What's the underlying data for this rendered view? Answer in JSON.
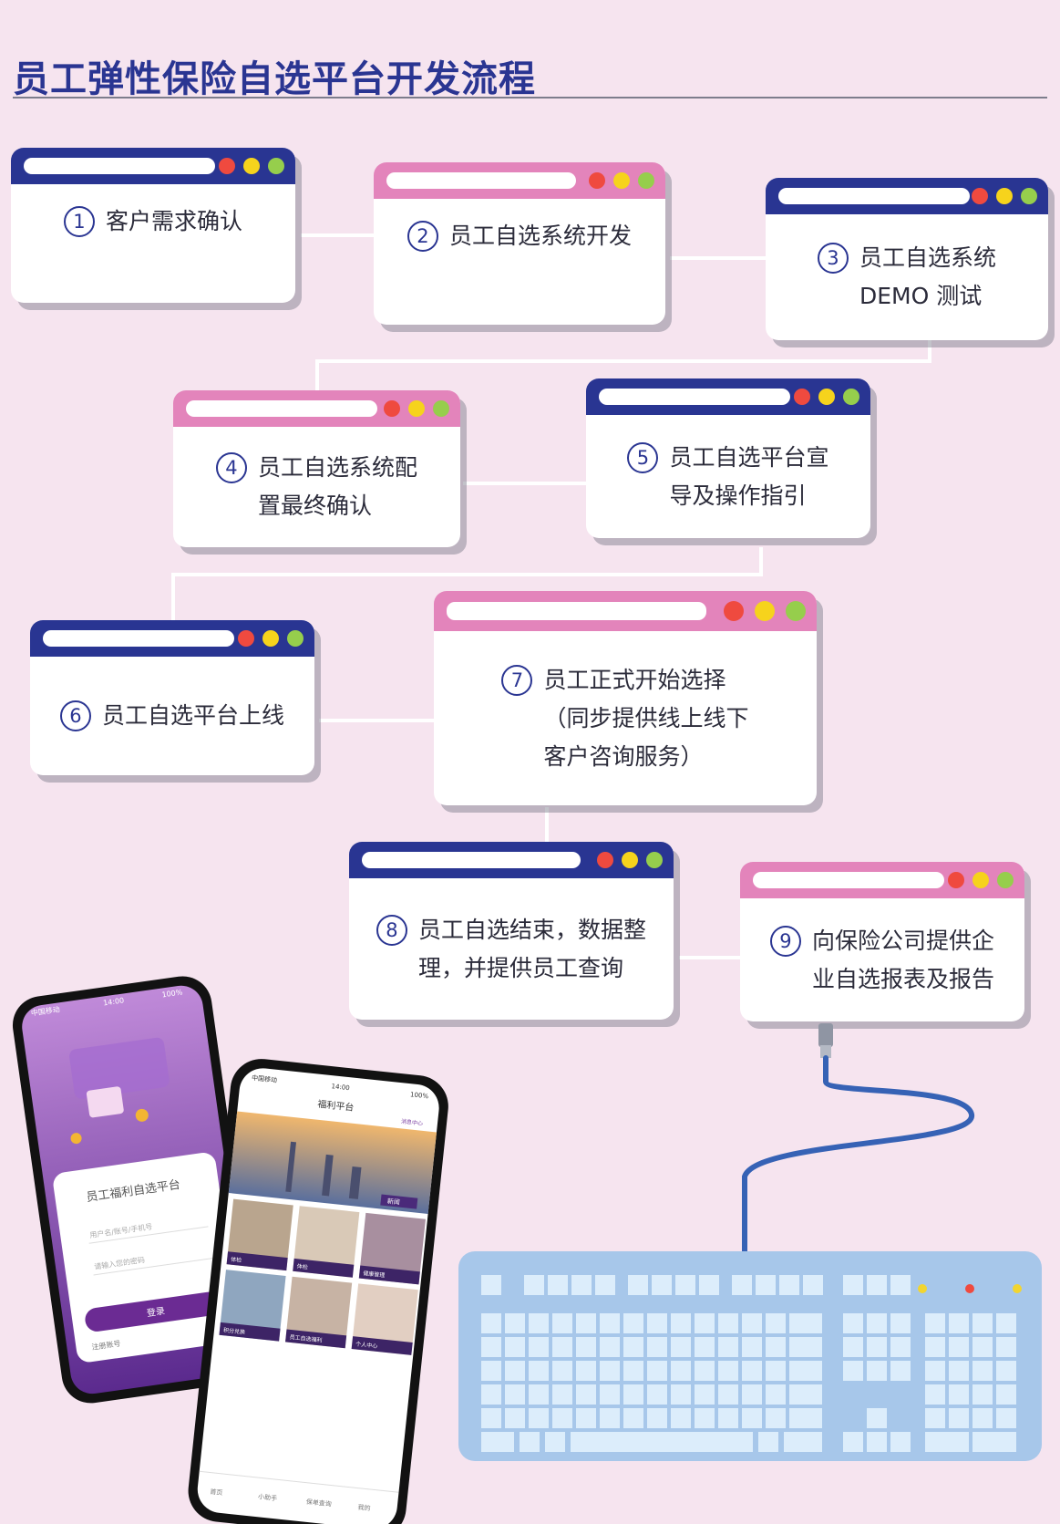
{
  "title": "员工弹性保险自选平台开发流程",
  "colors": {
    "accent_blue": "#293592",
    "accent_pink": "#e384bb",
    "background": "#f6e4ef"
  },
  "steps": [
    {
      "num": "1",
      "label": "客户需求确认"
    },
    {
      "num": "2",
      "label": "员工自选系统开发"
    },
    {
      "num": "3",
      "label": "员工自选系统\nDEMO 测试"
    },
    {
      "num": "4",
      "label": "员工自选系统配\n置最终确认"
    },
    {
      "num": "5",
      "label": "员工自选平台宣\n导及操作指引"
    },
    {
      "num": "6",
      "label": "员工自选平台上线"
    },
    {
      "num": "7",
      "label": "员工正式开始选择\n（同步提供线上线下\n客户咨询服务）"
    },
    {
      "num": "8",
      "label": "员工自选结束，数据整\n理，并提供员工查询"
    },
    {
      "num": "9",
      "label": "向保险公司提供企\n业自选报表及报告"
    }
  ],
  "phone_left": {
    "carrier": "中国移动",
    "time": "14:00",
    "battery": "100%",
    "login_title": "员工福利自选平台",
    "username_placeholder": "用户名/账号/手机号",
    "password_placeholder": "请输入您的密码",
    "login_button": "登录",
    "register_link": "注册账号"
  },
  "phone_right": {
    "carrier": "中国移动",
    "time": "14:00",
    "battery": "100%",
    "header": "福利平台",
    "header_badge": "消息中心",
    "banner_tag": "新闻",
    "tiles": [
      "体检",
      "体检",
      "健康管理",
      "积分兑换",
      "员工自选福利",
      "个人中心"
    ],
    "nav": [
      "首页",
      "小助手",
      "保单查询",
      "我的"
    ]
  }
}
